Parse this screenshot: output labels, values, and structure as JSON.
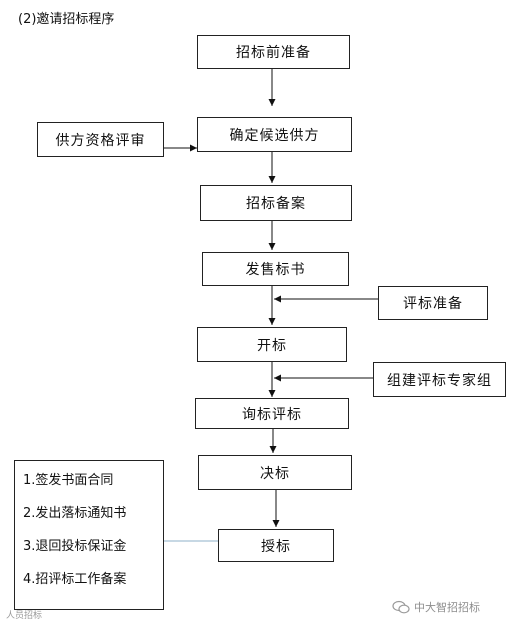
{
  "title": "(2)邀请招标程序",
  "steps": [
    "招标前准备",
    "确定候选供方",
    "招标备案",
    "发售标书",
    "开标",
    "询标评标",
    "决标",
    "授标"
  ],
  "side_inputs": {
    "supplier_review": "供方资格评审",
    "eval_prep": "评标准备",
    "expert_group": "组建评标专家组"
  },
  "award_tasks": [
    "1.签发书面合同",
    "2.发出落标通知书",
    "3.退回投标保证金",
    "4.招评标工作备案"
  ],
  "watermarks": {
    "left": "人员招标",
    "right": "中大智招招标"
  }
}
